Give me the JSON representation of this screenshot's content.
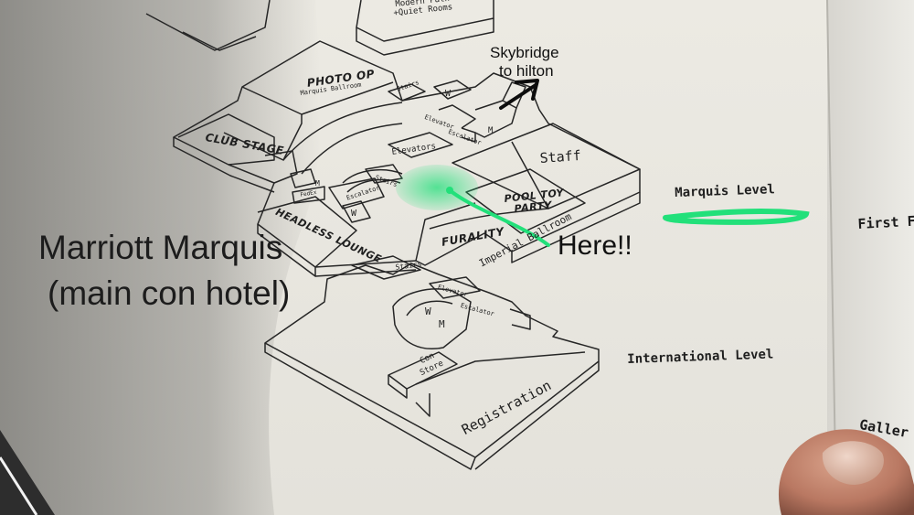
{
  "annotations": {
    "hotel_title_line1": "Marriott Marquis",
    "hotel_title_line2": "(main con hotel)",
    "skybridge_line1": "Skybridge",
    "skybridge_line2": "to hilton",
    "here": "Here!!"
  },
  "levels": {
    "marquis": "Marquis Level",
    "international": "International Level",
    "first_partial": "First F",
    "gallery_partial": "Galler"
  },
  "marquis_level": {
    "photo_op": "PHOTO OP",
    "marquis_ballroom": "Marquis Ballroom",
    "club_stage": "CLUB STAGE",
    "stairs_top": "Stairs",
    "w_top": "W",
    "elevator": "Elevator",
    "escalator": "Escalator",
    "m_top": "M",
    "elevators": "Elevators",
    "staff": "Staff",
    "stairs_mid": "Stairs",
    "m_left": "M",
    "fedex": "FedEx",
    "escalator_left": "Escalator",
    "headless_lounge": "HEADLESS LOUNGE",
    "w_lower": "W",
    "pool_toy_party_line1": "POOL TOY",
    "pool_toy_party_line2": "PARTY",
    "imperial_ballroom": "Imperial Ballroom",
    "furality": "FURALITY"
  },
  "international_level": {
    "stairs": "Stairs",
    "elevator": "Elevator",
    "escalator": "Escalator",
    "w": "W",
    "m": "M",
    "con_store_line1": "Con",
    "con_store_line2": "Store",
    "registration": "Registration"
  },
  "top_partial": {
    "modern_path": "Modern Path",
    "quiet_rooms": "+Quiet Rooms"
  },
  "colors": {
    "highlight_green": "#22e07a",
    "ink": "#1f1f1f",
    "paper": "#e8e6df",
    "shadow": "#8f8e89"
  }
}
